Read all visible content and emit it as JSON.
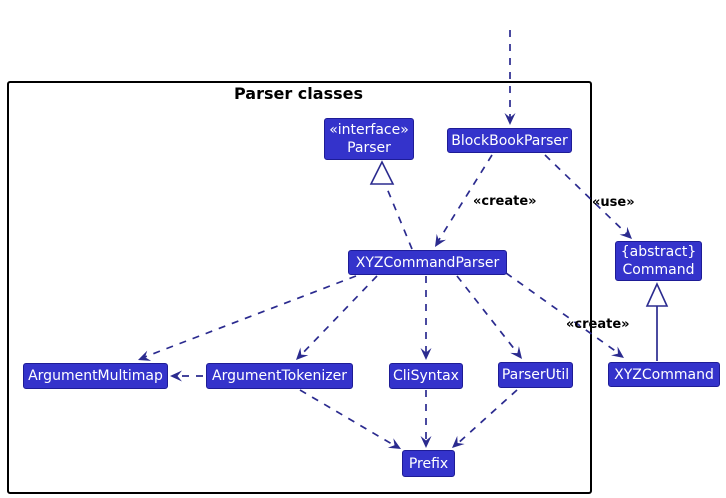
{
  "diagram": {
    "frame_title": "Parser classes",
    "classes": {
      "parser": {
        "stereotype": "«interface»",
        "name": "Parser"
      },
      "blockbookparser": {
        "name": "BlockBookParser"
      },
      "xyzcommandparser": {
        "name": "XYZCommandParser"
      },
      "command": {
        "stereotype": "{abstract}",
        "name": "Command"
      },
      "argumentmultimap": {
        "name": "ArgumentMultimap"
      },
      "argumenttokenizer": {
        "name": "ArgumentTokenizer"
      },
      "clisyntax": {
        "name": "CliSyntax"
      },
      "parserutil": {
        "name": "ParserUtil"
      },
      "xyzcommand": {
        "name": "XYZCommand"
      },
      "prefix": {
        "name": "Prefix"
      }
    },
    "edge_labels": {
      "create_blockbook": "«create»",
      "use": "«use»",
      "create_xyzcommand": "«create»"
    },
    "colors": {
      "class_fill": "#3433cb",
      "class_border": "#1e1c96",
      "class_text": "#ffffff",
      "arrow": "#2b2b8f",
      "frame_border": "#000000",
      "title_text": "#000000",
      "label_text": "#000000",
      "background": "#ffffff"
    }
  }
}
